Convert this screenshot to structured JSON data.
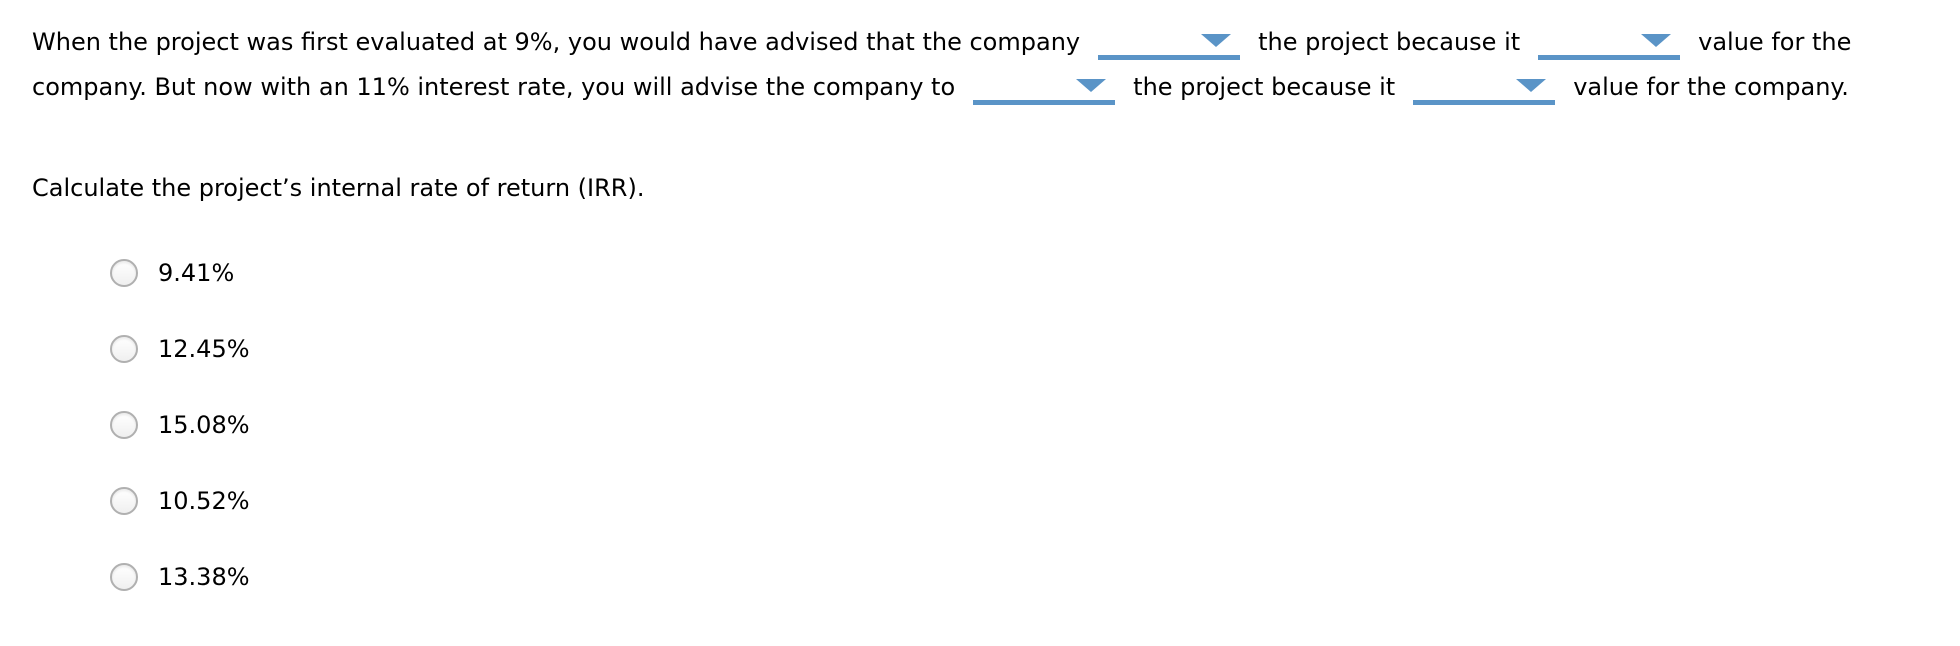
{
  "colors": {
    "background": "#ffffff",
    "text": "#000000",
    "accent_blue": "#5a94c7",
    "radio_border": "#b0b0b0"
  },
  "paragraph": {
    "line1": [
      {
        "t": "text",
        "v": "When the project was first evaluated at 9%, you would have advised that the company"
      },
      {
        "t": "dropdown",
        "name": "advise-past-dropdown"
      },
      {
        "t": "text",
        "v": "the project because it"
      },
      {
        "t": "dropdown",
        "name": "value-past-dropdown"
      },
      {
        "t": "text",
        "v": "value for the"
      }
    ],
    "line2": [
      {
        "t": "text",
        "v": "company. But now with an 11% interest rate, you will advise the company to"
      },
      {
        "t": "dropdown",
        "name": "advise-now-dropdown"
      },
      {
        "t": "text",
        "v": "the project because it"
      },
      {
        "t": "dropdown",
        "name": "value-now-dropdown"
      },
      {
        "t": "text",
        "v": "value for the company."
      }
    ]
  },
  "question_prompt": "Calculate the project’s internal rate of return (IRR).",
  "options": [
    {
      "label": "9.41%",
      "selected": false
    },
    {
      "label": "12.45%",
      "selected": false
    },
    {
      "label": "15.08%",
      "selected": false
    },
    {
      "label": "10.52%",
      "selected": false
    },
    {
      "label": "13.38%",
      "selected": false
    }
  ],
  "icons": {
    "caret": "caret-down-icon"
  }
}
